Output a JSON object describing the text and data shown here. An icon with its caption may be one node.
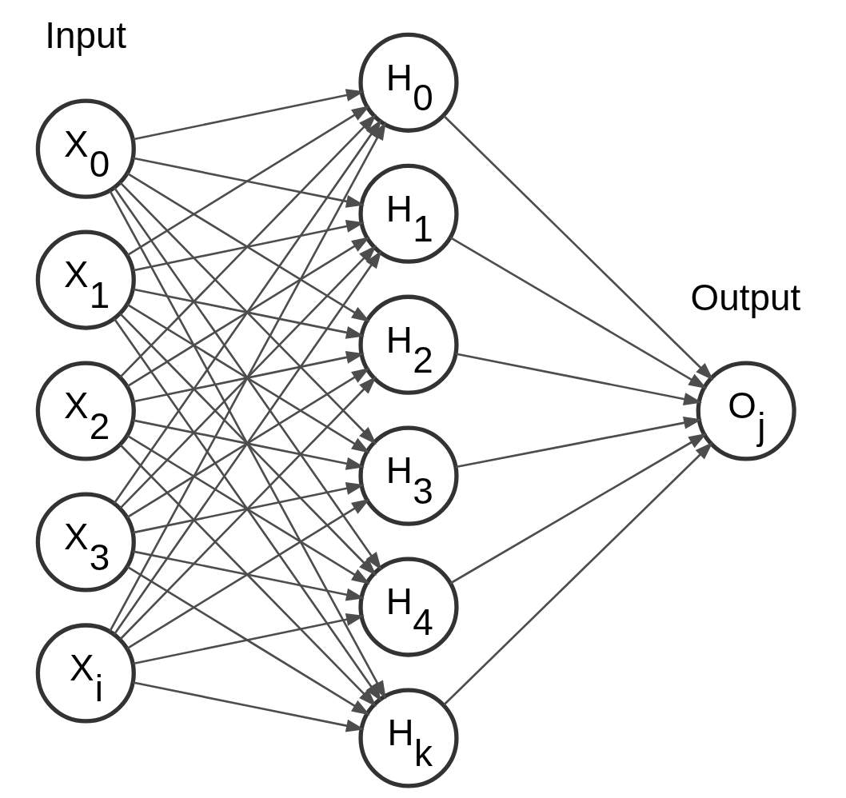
{
  "diagram": {
    "nodes": [
      {
        "text": [
          "X$_{0}$"
        ]
      },
      {
        "text": [
          "X$_{1}$"
        ]
      },
      {
        "text": [
          "X$_{2}$"
        ]
      },
      {
        "text": [
          "X$_{3}$"
        ]
      },
      {
        "text": [
          "X$_{i}$"
        ]
      },
      {
        "text": [
          "H$_{0}$"
        ]
      },
      {
        "text": [
          "H$_{1}$"
        ]
      },
      {
        "text": [
          "H$_{2}$"
        ]
      },
      {
        "text": [
          "H$_{3}$"
        ]
      },
      {
        "text": [
          "H$_{4}$"
        ]
      },
      {
        "text": [
          "H$_{k}$"
        ]
      },
      {
        "text": [
          "O$_{j}$"
        ]
      }
    ],
    "edges": [
      {
        "from": 0,
        "to": 5,
        "arrow": "to"
      },
      {
        "from": 0,
        "to": 6,
        "arrow": "to"
      },
      {
        "from": 0,
        "to": 7,
        "arrow": "to"
      },
      {
        "from": 0,
        "to": 8,
        "arrow": "to"
      },
      {
        "from": 0,
        "to": 9,
        "arrow": "to"
      },
      {
        "from": 0,
        "to": 10,
        "arrow": "to"
      },
      {
        "from": 1,
        "to": 5,
        "arrow": "to"
      },
      {
        "from": 1,
        "to": 6,
        "arrow": "to"
      },
      {
        "from": 1,
        "to": 7,
        "arrow": "to"
      },
      {
        "from": 1,
        "to": 8,
        "arrow": "to"
      },
      {
        "from": 1,
        "to": 9,
        "arrow": "to"
      },
      {
        "from": 1,
        "to": 10,
        "arrow": "to"
      },
      {
        "from": 2,
        "to": 5,
        "arrow": "to"
      },
      {
        "from": 2,
        "to": 6,
        "arrow": "to"
      },
      {
        "from": 2,
        "to": 7,
        "arrow": "to"
      },
      {
        "from": 2,
        "to": 8,
        "arrow": "to"
      },
      {
        "from": 2,
        "to": 9,
        "arrow": "to"
      },
      {
        "from": 2,
        "to": 10,
        "arrow": "to"
      },
      {
        "from": 3,
        "to": 5,
        "arrow": "to"
      },
      {
        "from": 3,
        "to": 6,
        "arrow": "to"
      },
      {
        "from": 3,
        "to": 7,
        "arrow": "to"
      },
      {
        "from": 3,
        "to": 8,
        "arrow": "to"
      },
      {
        "from": 3,
        "to": 9,
        "arrow": "to"
      },
      {
        "from": 3,
        "to": 10,
        "arrow": "to"
      },
      {
        "from": 4,
        "to": 5,
        "arrow": "to"
      },
      {
        "from": 4,
        "to": 6,
        "arrow": "to"
      },
      {
        "from": 4,
        "to": 7,
        "arrow": "to"
      },
      {
        "from": 4,
        "to": 8,
        "arrow": "to"
      },
      {
        "from": 4,
        "to": 9,
        "arrow": "to"
      },
      {
        "from": 4,
        "to": 10,
        "arrow": "to"
      },
      {
        "from": 5,
        "to": 11,
        "arrow": "to"
      },
      {
        "from": 6,
        "to": 11,
        "arrow": "to"
      },
      {
        "from": 7,
        "to": 11,
        "arrow": "to"
      },
      {
        "from": 8,
        "to": 11,
        "arrow": "to"
      },
      {
        "from": 9,
        "to": 11,
        "arrow": "to"
      },
      {
        "from": 10,
        "to": 11,
        "arrow": "to"
      }
    ],
    "labels": [
      "Input",
      "Output"
    ]
  }
}
